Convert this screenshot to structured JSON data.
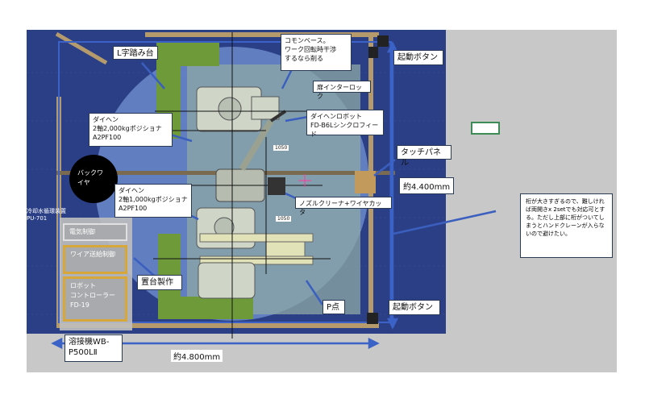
{
  "labels": {
    "l_step": "L字踏み台",
    "common_base": "コモンベース。\nワーク回転時干渉\nするなら削る",
    "door_interlock": "扉インターロック",
    "start_button_top": "起動ボタン",
    "daihen_pos_top": "ダイヘン\n2軸2,000kgポジショナ\nA2PF100",
    "daihen_robot": "ダイヘンロボット\nFD-B6Lシンクロフィード",
    "touch_panel": "タッチパネル",
    "back_wire": "バックワ\nイヤ",
    "daihen_pos_mid": "ダイヘン\n2軸1,000kgポジショナ\nA2PF100",
    "nozzle_cleaner": "ノズルクリーナ+ワイヤカッタ",
    "cooling_water": "冷却水循環装置\nPU-701",
    "electric_control": "電気制御",
    "wire_feed_control": "ワイア送給制御",
    "stand_fab": "置台製作",
    "robot_controller": "ロボット\nコントローラー\nFD-19",
    "welder": "溶接機WB-\nP500LⅡ",
    "p_point": "P点",
    "start_button_bottom": "起動ボタン",
    "dim_width": "約4.800mm",
    "dim_height": "約4.400mm",
    "dim_1050_a": "1050",
    "dim_1050_b": "1050",
    "note_crane": "桁が大きすぎるので、難しければ両開きx 2setでも対応可とする。ただし上部に桁がついてしまうとハンドクレーンが入らないので避けたい。"
  },
  "colors": {
    "canvas_gray": "#c8c8c8",
    "floor_blue": "#2b3f86",
    "reach_circle": "#6f8fcf",
    "green_structure": "#6f9a3a",
    "cell_boundary": "#3b63c7",
    "panel_gray": "#a9aaad",
    "panel_gold": "#d8a73a",
    "leader_blue": "#3b5fbf",
    "rail_tan": "#b59a6c"
  },
  "icons": [
    "robot-arm-icon",
    "positioner-icon",
    "torch-icon",
    "dimension-arrow-icon"
  ]
}
